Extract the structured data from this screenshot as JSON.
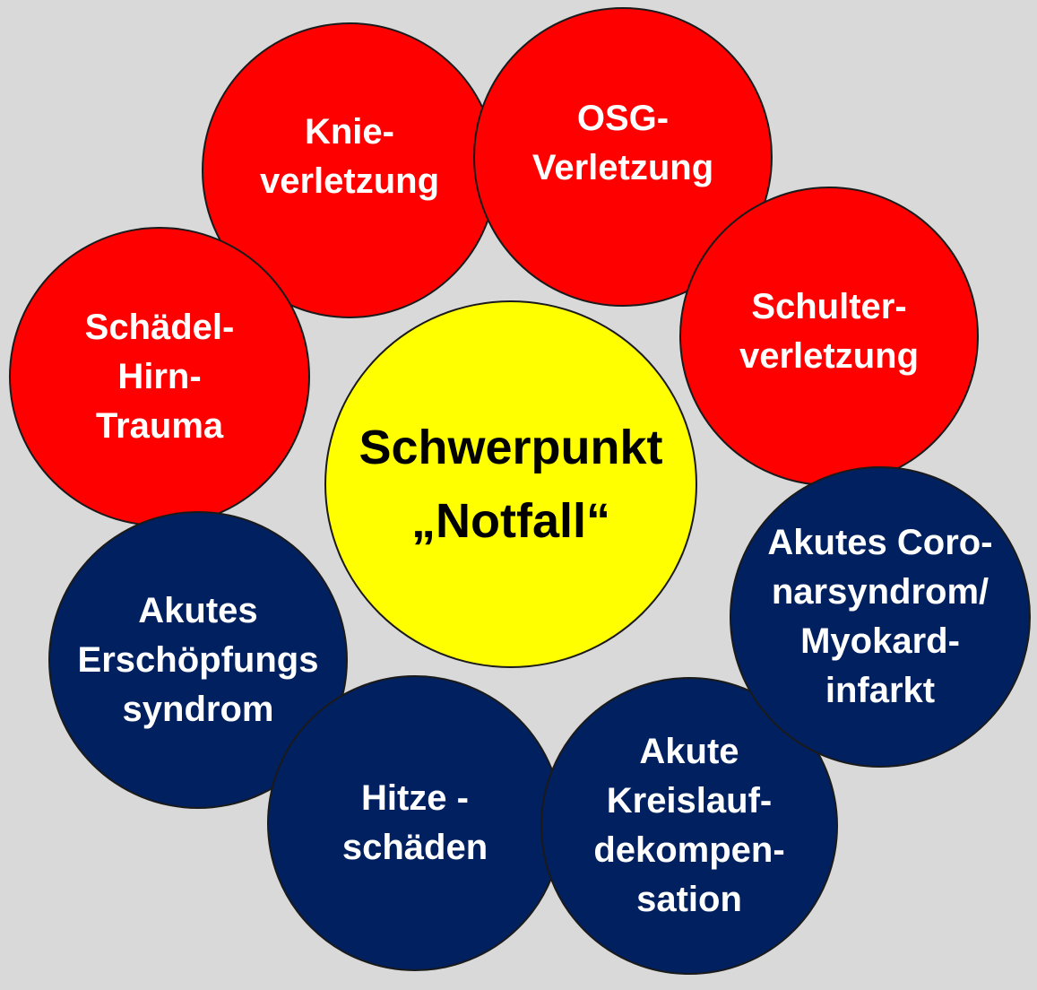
{
  "center": {
    "label": "Schwerpunkt\n„Notfall“"
  },
  "circles": [
    {
      "label": "Knie-\nverletzung",
      "category": "injury"
    },
    {
      "label": "OSG-\nVerletzung",
      "category": "injury"
    },
    {
      "label": "Schulter-\nverletzung",
      "category": "injury"
    },
    {
      "label": "Akutes Coro-\nnarsyndrom/\nMyokard-\ninfarkt",
      "category": "internal"
    },
    {
      "label": "Akute\nKreislauf-\ndekompen-\nsation",
      "category": "internal"
    },
    {
      "label": "Hitze -\nschäden",
      "category": "internal"
    },
    {
      "label": "Akutes\nErschöpfungs\nsyndrom",
      "category": "internal"
    },
    {
      "label": "Schädel-\nHirn-\nTrauma",
      "category": "injury"
    }
  ],
  "colors": {
    "background": "#d9d9d9",
    "injury": "#ff0000",
    "internal": "#002060",
    "center": "#ffff00"
  }
}
